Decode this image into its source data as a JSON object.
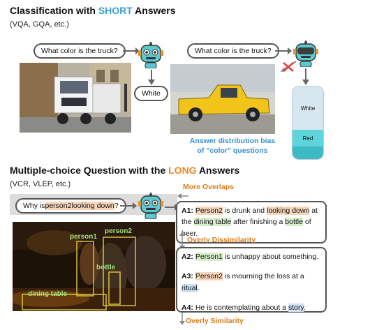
{
  "short_section": {
    "title_prefix": "Classification with ",
    "title_highlight": "SHORT",
    "title_suffix": " Answers",
    "datasets": "(VQA, GQA, etc.)",
    "question_left": "What color is the truck?",
    "question_right": "What color is the truck?",
    "answer": "White",
    "dist_labels": [
      "White",
      "Red"
    ],
    "caption_line1": "Answer distribution bias",
    "caption_line2": "of \"color\" questions"
  },
  "long_section": {
    "title_prefix": "Multiple-choice Question with the ",
    "title_highlight": "LONG",
    "title_suffix": " Answers",
    "datasets": "(VCR, VLEP, etc.)",
    "question_pre": "Why is ",
    "question_hl": "person2",
    "question_mid": " ",
    "question_hl2": "looking down",
    "question_post": "?",
    "annotations": {
      "more_overlaps": "More Overlaps",
      "overly_dissimilarity": "Overly Dissimilarity",
      "overly_similarity": "Overly Similarity"
    },
    "a1": {
      "tag": "A1:",
      "p1": "Person2",
      "t1": " is drunk and ",
      "p2": "looking down",
      "t2": " at the ",
      "p3": "dining table",
      "t3": " after finishing a ",
      "p4": "bottle",
      "t4": " of beer."
    },
    "a2": {
      "tag": "A2:",
      "p1": "Person1",
      "t1": " is unhappy about something."
    },
    "a3": {
      "tag": "A3:",
      "p1": "Person2",
      "t1": " is mourning the loss at a ",
      "p2": "ritual",
      "t2": "."
    },
    "a4": {
      "tag": "A4:",
      "t1": "He is contemplating about a ",
      "p1": "story",
      "t2": "."
    },
    "detections": [
      "person1",
      "person2",
      "bottle",
      "dining table"
    ]
  },
  "colors": {
    "short_accent": "#3aa0d6",
    "long_accent": "#ea8a22",
    "highlight_orange": "#f6d6bb",
    "highlight_green": "#d7f0cb",
    "highlight_blue": "#cfe0f3",
    "robot_teal": "#5cc9d0"
  }
}
